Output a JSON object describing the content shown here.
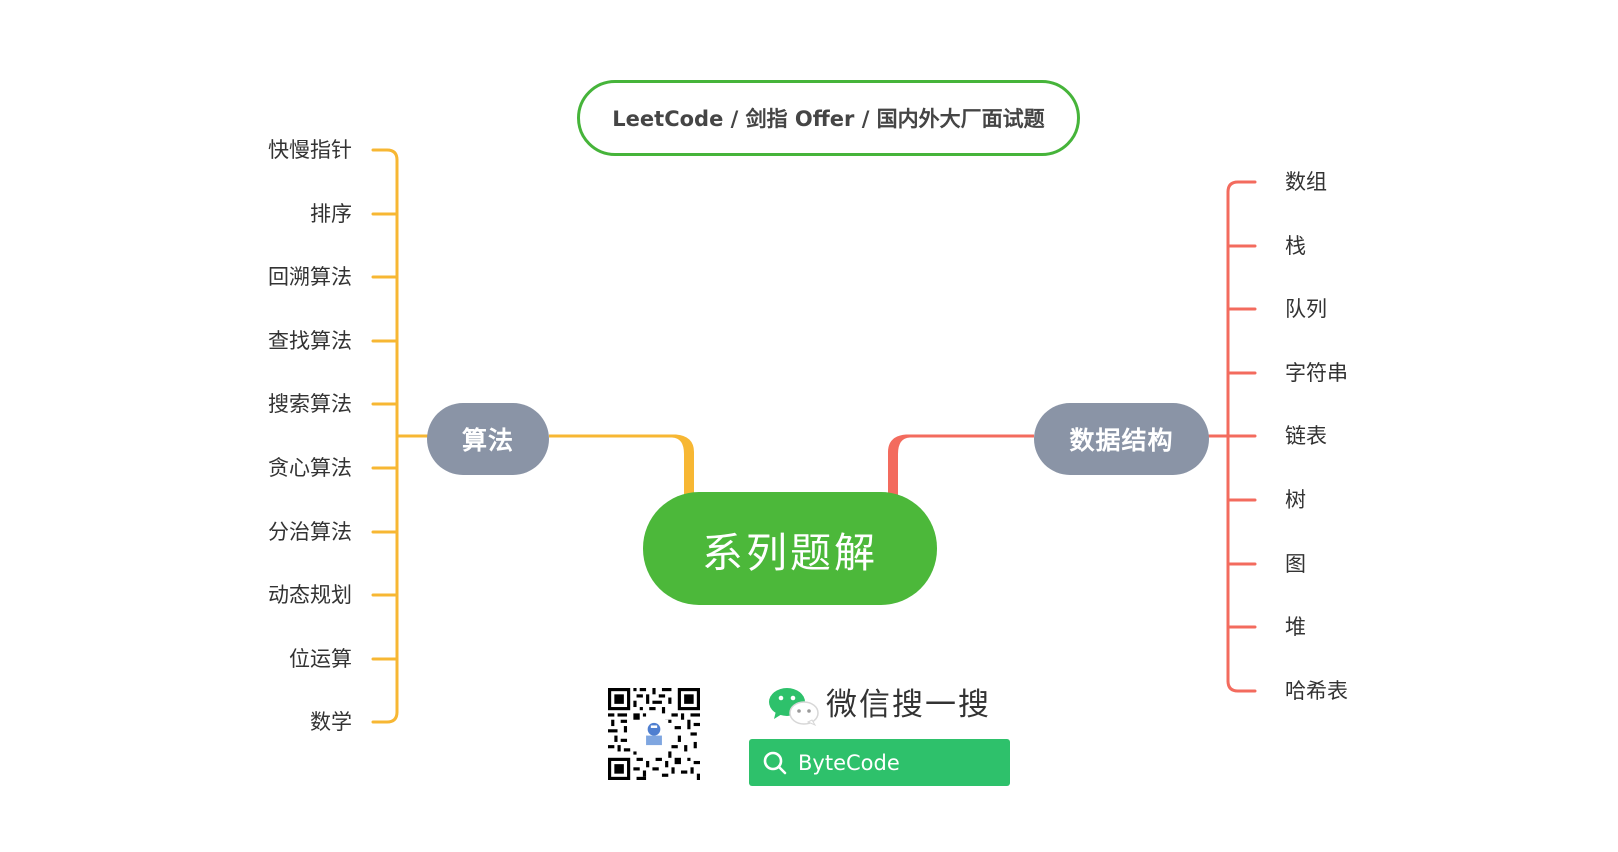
{
  "title_pill": "LeetCode / 剑指 Offer / 国内外大厂面试题",
  "center_topic": "系列题解",
  "colors": {
    "algorithms_branch": "#f7b733",
    "data_structures_branch": "#f36b5e",
    "center": "#4cb83a",
    "branch_node": "#8a94a6",
    "search_box": "#2ec16b"
  },
  "algorithms": {
    "label": "算法",
    "items": [
      "快慢指针",
      "排序",
      "回溯算法",
      "查找算法",
      "搜索算法",
      "贪心算法",
      "分治算法",
      "动态规划",
      "位运算",
      "数学"
    ]
  },
  "data_structures": {
    "label": "数据结构",
    "items": [
      "数组",
      "栈",
      "队列",
      "字符串",
      "链表",
      "树",
      "图",
      "堆",
      "哈希表"
    ]
  },
  "wechat": {
    "title": "微信搜一搜",
    "search_text": "ByteCode",
    "icon": "wechat-icon",
    "search_icon": "search-icon",
    "qr": "qr-code"
  }
}
